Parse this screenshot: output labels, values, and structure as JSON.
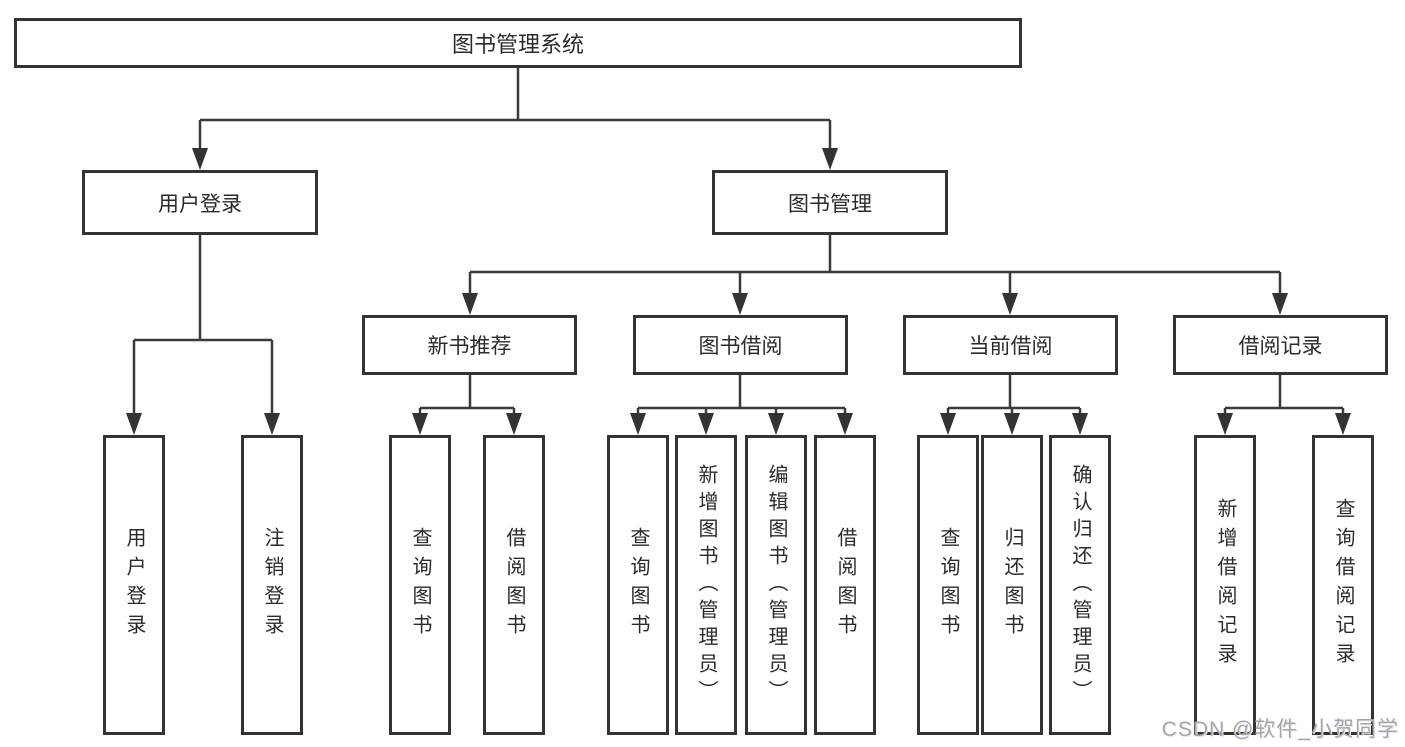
{
  "diagram": {
    "root": {
      "label": "图书管理系统"
    },
    "level2": {
      "user_login": {
        "label": "用户登录"
      },
      "book_management": {
        "label": "图书管理"
      }
    },
    "level3": {
      "new_books": {
        "label": "新书推荐"
      },
      "book_borrowing": {
        "label": "图书借阅"
      },
      "current_borrowing": {
        "label": "当前借阅"
      },
      "borrow_records": {
        "label": "借阅记录"
      }
    },
    "leaves": {
      "user_login": [
        "用户登录",
        "注销登录"
      ],
      "new_books": [
        "查询图书",
        "借阅图书"
      ],
      "book_borrowing": [
        "查询图书",
        "新增图书（管理员）",
        "编辑图书（管理员）",
        "借阅图书"
      ],
      "current_borrowing": [
        "查询图书",
        "归还图书",
        "确认归还（管理员）"
      ],
      "borrow_records": [
        "新增借阅记录",
        "查询借阅记录"
      ]
    },
    "watermark": "CSDN @软件_小贺同学",
    "colors": {
      "line": "#3a3a3a",
      "border": "#333333",
      "text": "#2b2b2b",
      "watermark": "#a5a5ad",
      "background": "#ffffff"
    }
  }
}
